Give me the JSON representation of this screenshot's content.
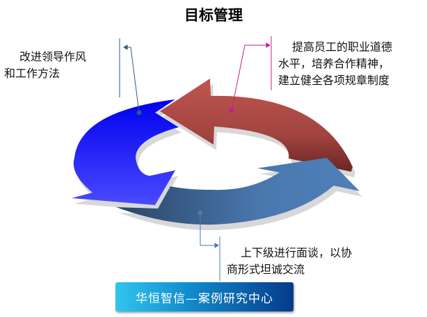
{
  "title": "目标管理",
  "items": [
    {
      "line1": "改进领导作风",
      "line2": "和工作方法",
      "color": "#1a1aff"
    },
    {
      "line1": "提高员工的职业道德",
      "line2": "水平，培养合作精神，",
      "line3": "建立健全各项规章制度",
      "color": "#b04a48"
    },
    {
      "line1": "上下级进行面谈，以协",
      "line2": "商形式坦诚交流",
      "color": "#4a7ab4"
    }
  ],
  "banner": "华恒智信—案例研究中心"
}
